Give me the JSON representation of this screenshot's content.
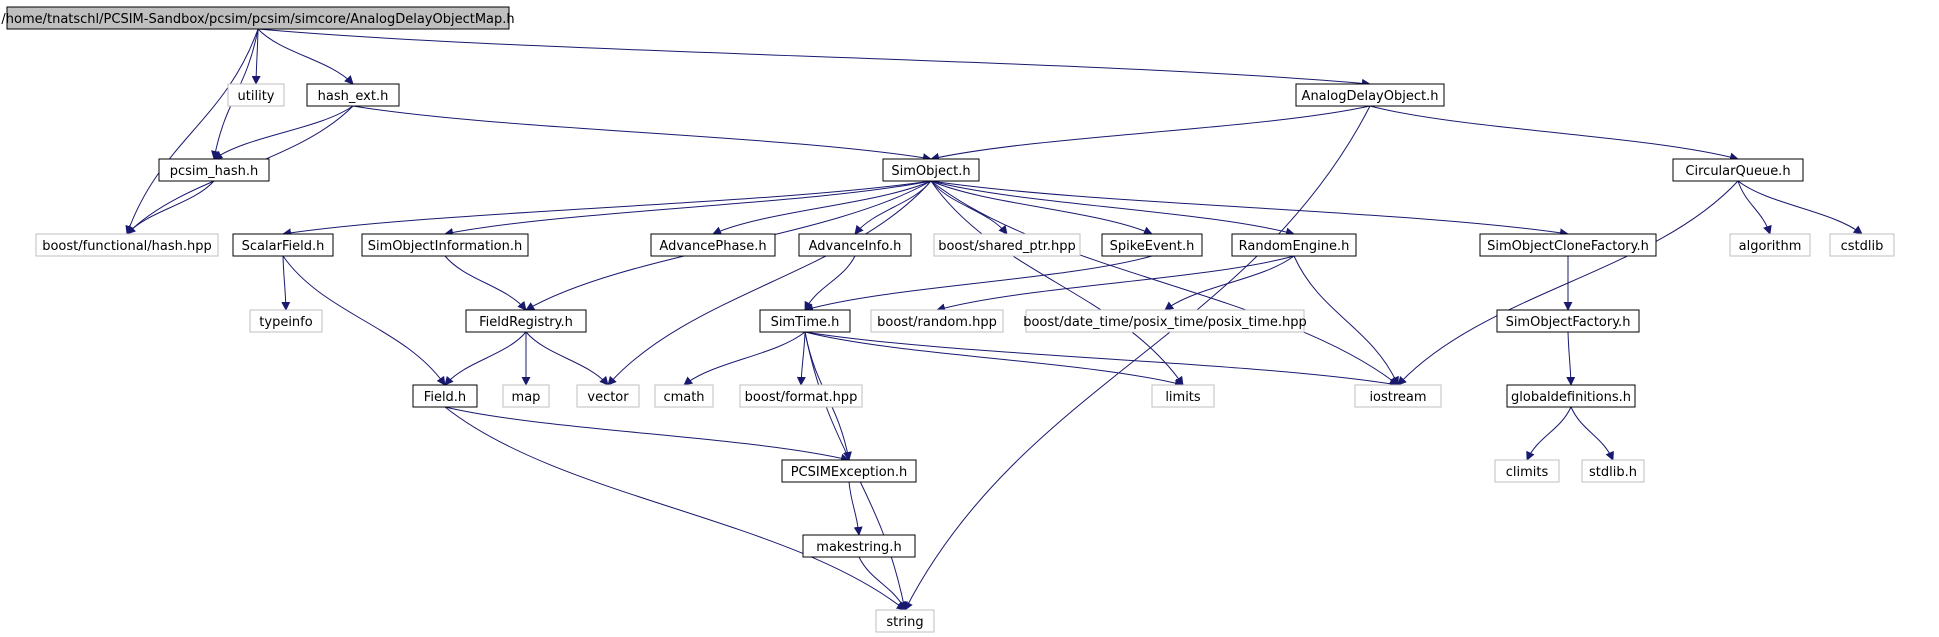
{
  "colors": {
    "edge": "#191970",
    "node_border": "#000000",
    "node_missing_border": "#bfbfbf",
    "root_fill": "#bfbfbf",
    "node_fill": "#ffffff"
  },
  "nodes": [
    {
      "id": "root",
      "label": "/home/tnatschl/PCSIM-Sandbox/pcsim/pcsim/simcore/AnalogDelayObjectMap.h",
      "kind": "root"
    },
    {
      "id": "utility",
      "label": "utility",
      "kind": "missing"
    },
    {
      "id": "hash_ext",
      "label": "hash_ext.h",
      "kind": "file"
    },
    {
      "id": "analog",
      "label": "AnalogDelayObject.h",
      "kind": "file"
    },
    {
      "id": "pcsim_hash",
      "label": "pcsim_hash.h",
      "kind": "file"
    },
    {
      "id": "simobject",
      "label": "SimObject.h",
      "kind": "file"
    },
    {
      "id": "circular",
      "label": "CircularQueue.h",
      "kind": "file"
    },
    {
      "id": "boost_hash",
      "label": "boost/functional/hash.hpp",
      "kind": "missing"
    },
    {
      "id": "scalar",
      "label": "ScalarField.h",
      "kind": "file"
    },
    {
      "id": "soinfo",
      "label": "SimObjectInformation.h",
      "kind": "file"
    },
    {
      "id": "advphase",
      "label": "AdvancePhase.h",
      "kind": "file"
    },
    {
      "id": "advinfo",
      "label": "AdvanceInfo.h",
      "kind": "file"
    },
    {
      "id": "shared_ptr",
      "label": "boost/shared_ptr.hpp",
      "kind": "missing"
    },
    {
      "id": "spike",
      "label": "SpikeEvent.h",
      "kind": "file"
    },
    {
      "id": "random",
      "label": "RandomEngine.h",
      "kind": "file"
    },
    {
      "id": "clonefac",
      "label": "SimObjectCloneFactory.h",
      "kind": "file"
    },
    {
      "id": "algorithm",
      "label": "algorithm",
      "kind": "missing"
    },
    {
      "id": "cstdlib",
      "label": "cstdlib",
      "kind": "missing"
    },
    {
      "id": "typeinfo",
      "label": "typeinfo",
      "kind": "missing"
    },
    {
      "id": "fieldreg",
      "label": "FieldRegistry.h",
      "kind": "file"
    },
    {
      "id": "simtime",
      "label": "SimTime.h",
      "kind": "file"
    },
    {
      "id": "boost_random",
      "label": "boost/random.hpp",
      "kind": "missing"
    },
    {
      "id": "posix",
      "label": "boost/date_time/posix_time/posix_time.hpp",
      "kind": "missing"
    },
    {
      "id": "sofactory",
      "label": "SimObjectFactory.h",
      "kind": "file"
    },
    {
      "id": "field",
      "label": "Field.h",
      "kind": "file"
    },
    {
      "id": "map",
      "label": "map",
      "kind": "missing"
    },
    {
      "id": "vector",
      "label": "vector",
      "kind": "missing"
    },
    {
      "id": "cmath",
      "label": "cmath",
      "kind": "missing"
    },
    {
      "id": "format",
      "label": "boost/format.hpp",
      "kind": "missing"
    },
    {
      "id": "limits",
      "label": "limits",
      "kind": "missing"
    },
    {
      "id": "iostream",
      "label": "iostream",
      "kind": "missing"
    },
    {
      "id": "globaldefs",
      "label": "globaldefinitions.h",
      "kind": "file"
    },
    {
      "id": "pcsimexc",
      "label": "PCSIMException.h",
      "kind": "file"
    },
    {
      "id": "climits",
      "label": "climits",
      "kind": "missing"
    },
    {
      "id": "stdlib",
      "label": "stdlib.h",
      "kind": "missing"
    },
    {
      "id": "makestring",
      "label": "makestring.h",
      "kind": "file"
    },
    {
      "id": "string",
      "label": "string",
      "kind": "missing"
    }
  ],
  "edges": [
    [
      "root",
      "utility"
    ],
    [
      "root",
      "hash_ext"
    ],
    [
      "root",
      "analog"
    ],
    [
      "root",
      "pcsim_hash"
    ],
    [
      "root",
      "boost_hash"
    ],
    [
      "hash_ext",
      "pcsim_hash"
    ],
    [
      "hash_ext",
      "boost_hash"
    ],
    [
      "hash_ext",
      "simobject"
    ],
    [
      "pcsim_hash",
      "boost_hash"
    ],
    [
      "analog",
      "simobject"
    ],
    [
      "analog",
      "circular"
    ],
    [
      "analog",
      "string"
    ],
    [
      "circular",
      "algorithm"
    ],
    [
      "circular",
      "cstdlib"
    ],
    [
      "circular",
      "iostream"
    ],
    [
      "simobject",
      "scalar"
    ],
    [
      "simobject",
      "soinfo"
    ],
    [
      "simobject",
      "fieldreg"
    ],
    [
      "simobject",
      "vector"
    ],
    [
      "simobject",
      "advphase"
    ],
    [
      "simobject",
      "advinfo"
    ],
    [
      "simobject",
      "shared_ptr"
    ],
    [
      "simobject",
      "spike"
    ],
    [
      "simobject",
      "random"
    ],
    [
      "simobject",
      "limits"
    ],
    [
      "simobject",
      "iostream"
    ],
    [
      "simobject",
      "clonefac"
    ],
    [
      "scalar",
      "typeinfo"
    ],
    [
      "scalar",
      "field"
    ],
    [
      "soinfo",
      "fieldreg"
    ],
    [
      "fieldreg",
      "field"
    ],
    [
      "fieldreg",
      "map"
    ],
    [
      "fieldreg",
      "vector"
    ],
    [
      "advinfo",
      "simtime"
    ],
    [
      "spike",
      "simtime"
    ],
    [
      "random",
      "boost_random"
    ],
    [
      "random",
      "posix"
    ],
    [
      "random",
      "iostream"
    ],
    [
      "clonefac",
      "sofactory"
    ],
    [
      "sofactory",
      "globaldefs"
    ],
    [
      "globaldefs",
      "climits"
    ],
    [
      "globaldefs",
      "stdlib"
    ],
    [
      "simtime",
      "cmath"
    ],
    [
      "simtime",
      "format"
    ],
    [
      "simtime",
      "limits"
    ],
    [
      "simtime",
      "iostream"
    ],
    [
      "simtime",
      "pcsimexc"
    ],
    [
      "simtime",
      "string"
    ],
    [
      "field",
      "pcsimexc"
    ],
    [
      "field",
      "string"
    ],
    [
      "pcsimexc",
      "makestring"
    ],
    [
      "makestring",
      "string"
    ]
  ]
}
